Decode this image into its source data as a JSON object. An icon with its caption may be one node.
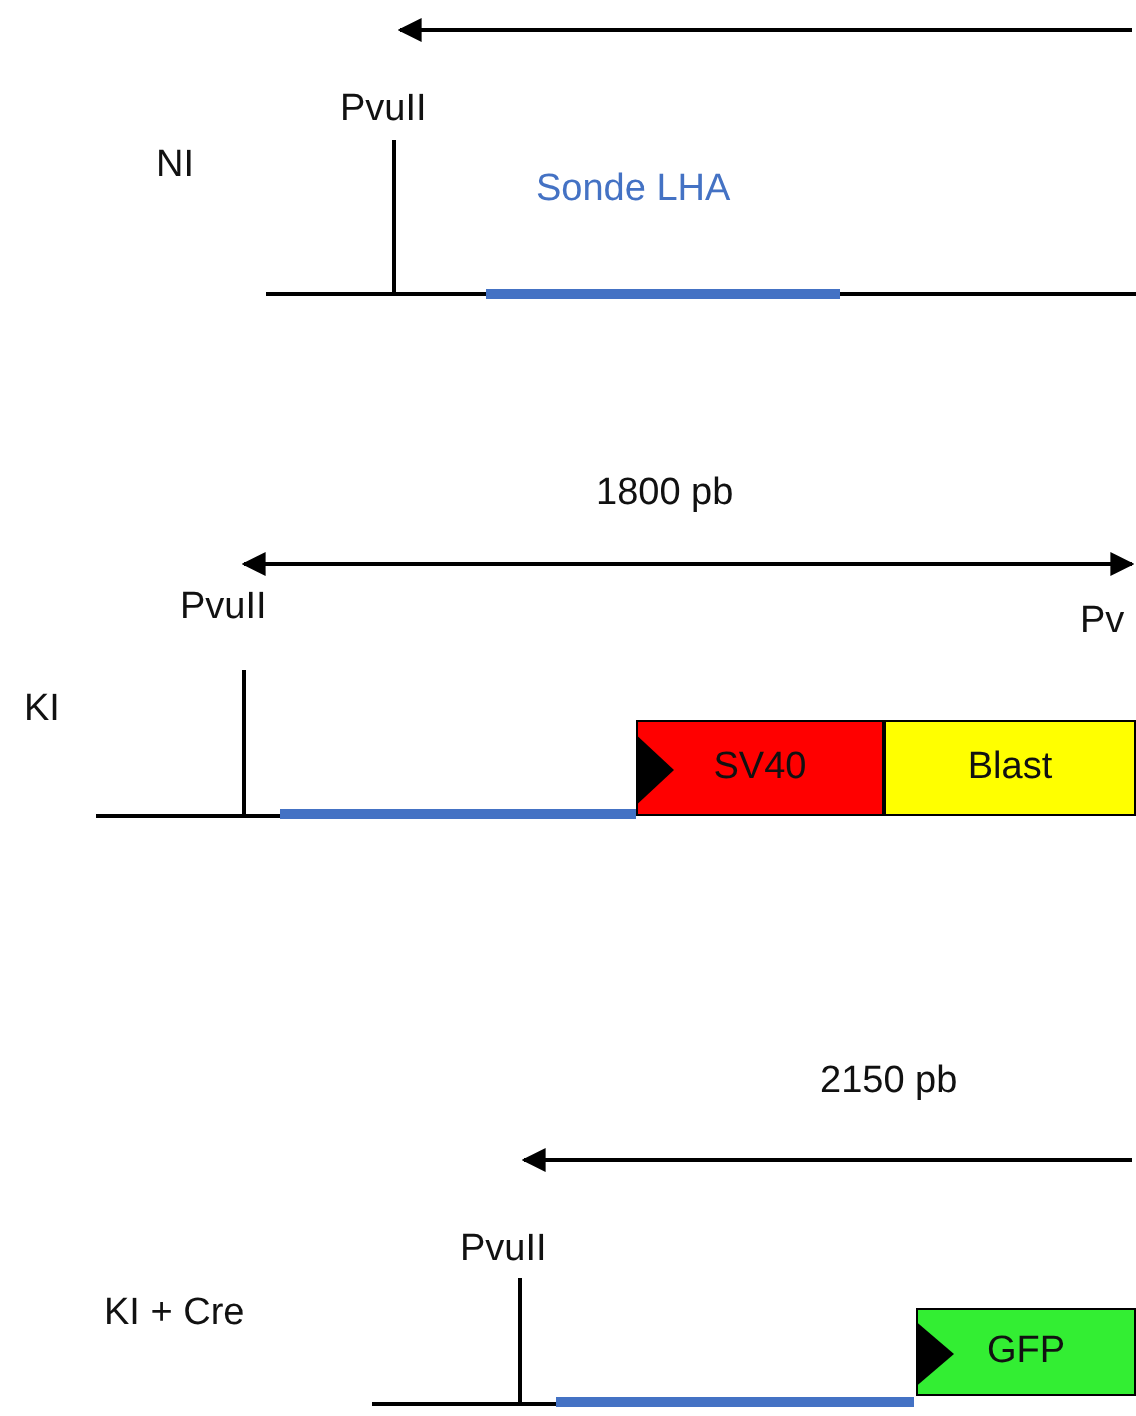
{
  "diagram": {
    "nodes": [
      {
        "text": [
          "SV40"
        ]
      },
      {
        "text": [
          "Blast"
        ]
      },
      {
        "text": [
          "GFP"
        ]
      }
    ],
    "labels": [
      "PvuII",
      "NI",
      "Sonde LHA",
      "1800 pb",
      "PvuII",
      "Pv",
      "KI",
      "2150 pb",
      "PvuII",
      "KI + Cre"
    ]
  }
}
